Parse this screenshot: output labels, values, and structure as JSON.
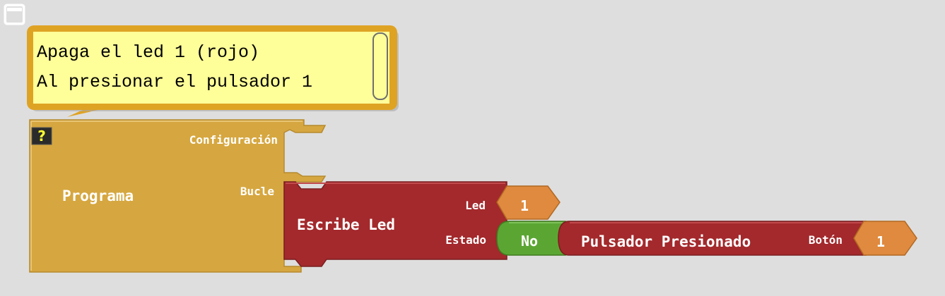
{
  "workspace": {
    "minimize_icon": "window-minimize-icon"
  },
  "comment": {
    "line1": "Apaga el led 1 (rojo)",
    "line2": "Al presionar el pulsador 1",
    "help_icon": "question-mark-icon",
    "help_label": "?",
    "colors": {
      "border": "#dfa324",
      "fill": "#ffff99"
    }
  },
  "program_block": {
    "title": "Programa",
    "config_label": "Configuración",
    "loop_label": "Bucle",
    "color": "#d6a740"
  },
  "write_led_block": {
    "title": "Escribe Led",
    "led_label": "Led",
    "led_value": "1",
    "state_label": "Estado",
    "color": "#a3292c"
  },
  "not_block": {
    "label": "No",
    "color": "#5ba633"
  },
  "button_pressed_block": {
    "title": "Pulsador Presionado",
    "button_label": "Botón",
    "button_value": "1",
    "color": "#a3292c"
  },
  "number_color": "#df8a3e"
}
